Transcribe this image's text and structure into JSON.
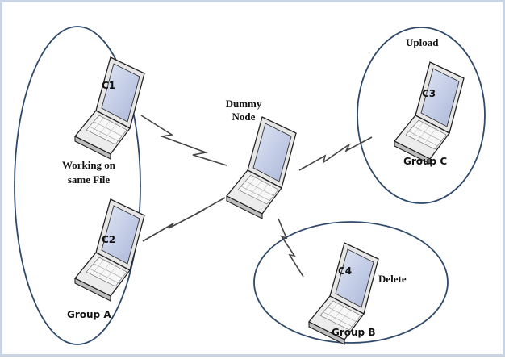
{
  "nodes": {
    "c1": {
      "label": "C1"
    },
    "c2": {
      "label": "C2"
    },
    "c3": {
      "label": "C3"
    },
    "c4": {
      "label": "C4"
    },
    "dummy": {
      "label_line1": "Dummy",
      "label_line2": "Node"
    }
  },
  "groups": {
    "a": {
      "label": "Group A",
      "note_line1": "Working on",
      "note_line2": "same File"
    },
    "b": {
      "label": "Group B",
      "note": "Delete"
    },
    "c": {
      "label": "Group C",
      "note": "Upload"
    }
  },
  "colors": {
    "group_outline": "#2f4a6b",
    "laptop_body": "#e4e4e4",
    "laptop_outline": "#222222",
    "screen_fill": "#c3cce6",
    "link": "#444444",
    "frame_border": "#c8d3e3"
  }
}
